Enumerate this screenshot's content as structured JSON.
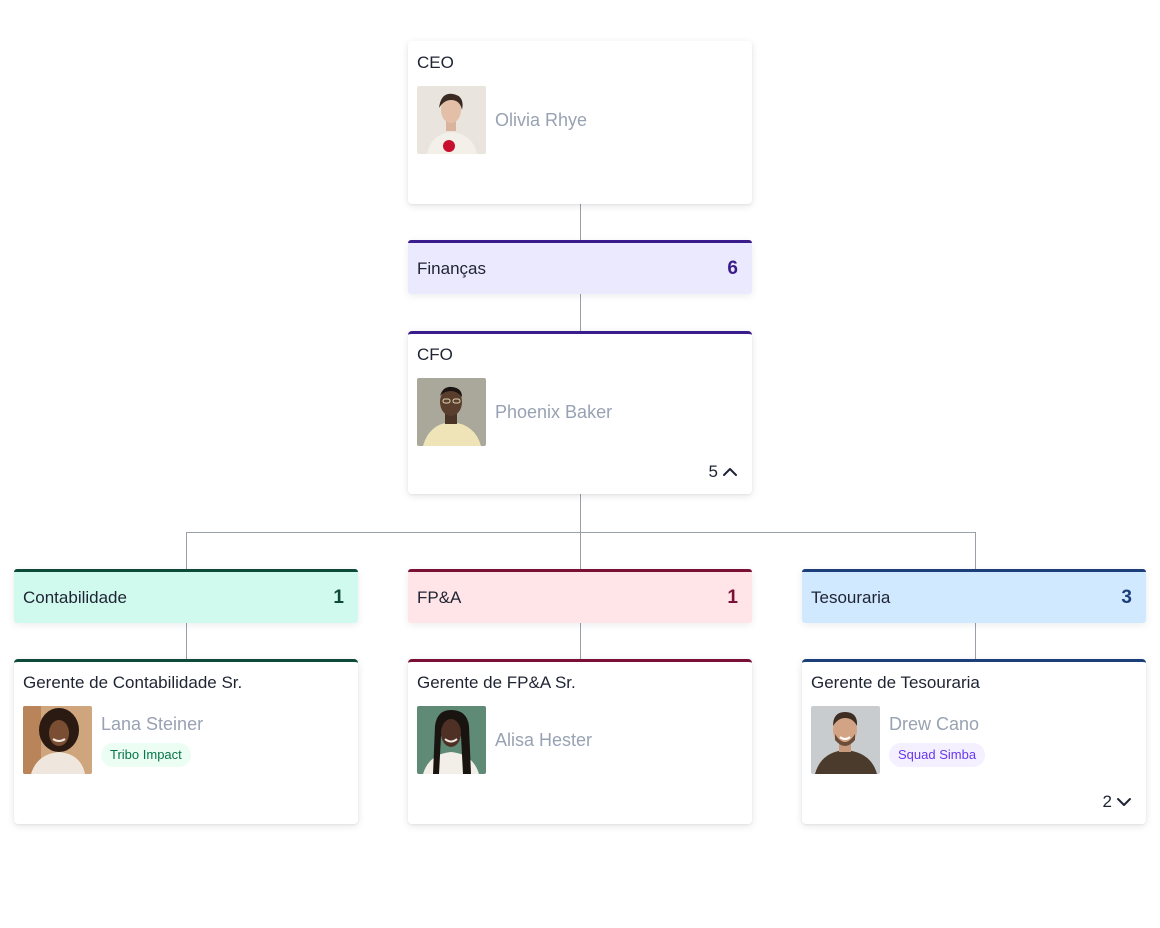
{
  "ceo": {
    "role": "CEO",
    "name": "Olivia Rhye"
  },
  "finance": {
    "label": "Finanças",
    "count": "6"
  },
  "cfo": {
    "role": "CFO",
    "name": "Phoenix Baker",
    "reports": "5"
  },
  "departments": [
    {
      "label": "Contabilidade",
      "count": "1",
      "color": "#0e4a3a"
    },
    {
      "label": "FP&A",
      "count": "1",
      "color": "#7a1035"
    },
    {
      "label": "Tesouraria",
      "count": "3",
      "color": "#1c3f7a"
    }
  ],
  "managers": [
    {
      "role": "Gerente de Contabilidade Sr.",
      "name": "Lana Steiner",
      "tag": "Tribo Impact"
    },
    {
      "role": "Gerente de FP&A Sr.",
      "name": "Alisa Hester"
    },
    {
      "role": "Gerente de Tesouraria",
      "name": "Drew Cano",
      "tag": "Squad Simba",
      "reports": "2"
    }
  ],
  "icons": {
    "collapse": "chevron-up-icon",
    "expand": "chevron-down-icon"
  }
}
